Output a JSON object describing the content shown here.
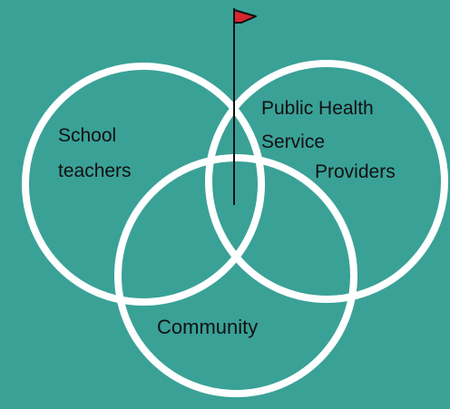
{
  "diagram": {
    "type": "venn",
    "background_color": "#3aa197",
    "circle_color": "#ffffff",
    "flag_color": "#d9252e",
    "pole_color": "#111111",
    "sets": {
      "school": {
        "lines": [
          "School",
          "teachers"
        ]
      },
      "public_health": {
        "lines": [
          "Public Health",
          "Service",
          "Providers"
        ]
      },
      "community": {
        "label": "Community"
      }
    }
  }
}
